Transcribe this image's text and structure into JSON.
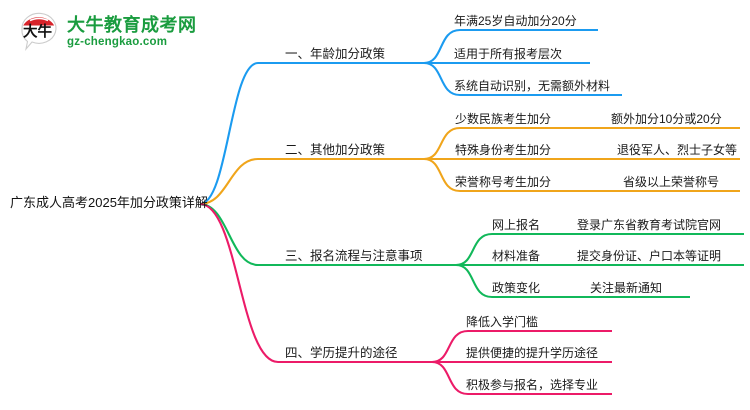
{
  "logo": {
    "mark_text": "大牛",
    "title": "大牛教育成考网",
    "domain": "gz-chengkao.com",
    "brand_green": "#1a9c3f",
    "brand_red": "#d8232a"
  },
  "mindmap": {
    "root": {
      "label": "广东成人高考2025年加分政策详解"
    },
    "branches": [
      {
        "label": "一、年龄加分政策",
        "color": "#1b9bf0",
        "children": [
          {
            "label": "年满25岁自动加分20分"
          },
          {
            "label": "适用于所有报考层次"
          },
          {
            "label": "系统自动识别，无需额外材料"
          }
        ]
      },
      {
        "label": "二、其他加分政策",
        "color": "#f0a51b",
        "children": [
          {
            "label": "少数民族考生加分",
            "detail": "额外加分10分或20分"
          },
          {
            "label": "特殊身份考生加分",
            "detail": "退役军人、烈士子女等"
          },
          {
            "label": "荣誉称号考生加分",
            "detail": "省级以上荣誉称号"
          }
        ]
      },
      {
        "label": "三、报名流程与注意事项",
        "color": "#11b85a",
        "children": [
          {
            "label": "网上报名",
            "detail": "登录广东省教育考试院官网"
          },
          {
            "label": "材料准备",
            "detail": "提交身份证、户口本等证明"
          },
          {
            "label": "政策变化",
            "detail": "关注最新通知"
          }
        ]
      },
      {
        "label": "四、学历提升的途径",
        "color": "#ec1b68",
        "children": [
          {
            "label": "降低入学门槛"
          },
          {
            "label": "提供便捷的提升学历途径"
          },
          {
            "label": "积极参与报名，选择专业"
          }
        ]
      }
    ]
  }
}
